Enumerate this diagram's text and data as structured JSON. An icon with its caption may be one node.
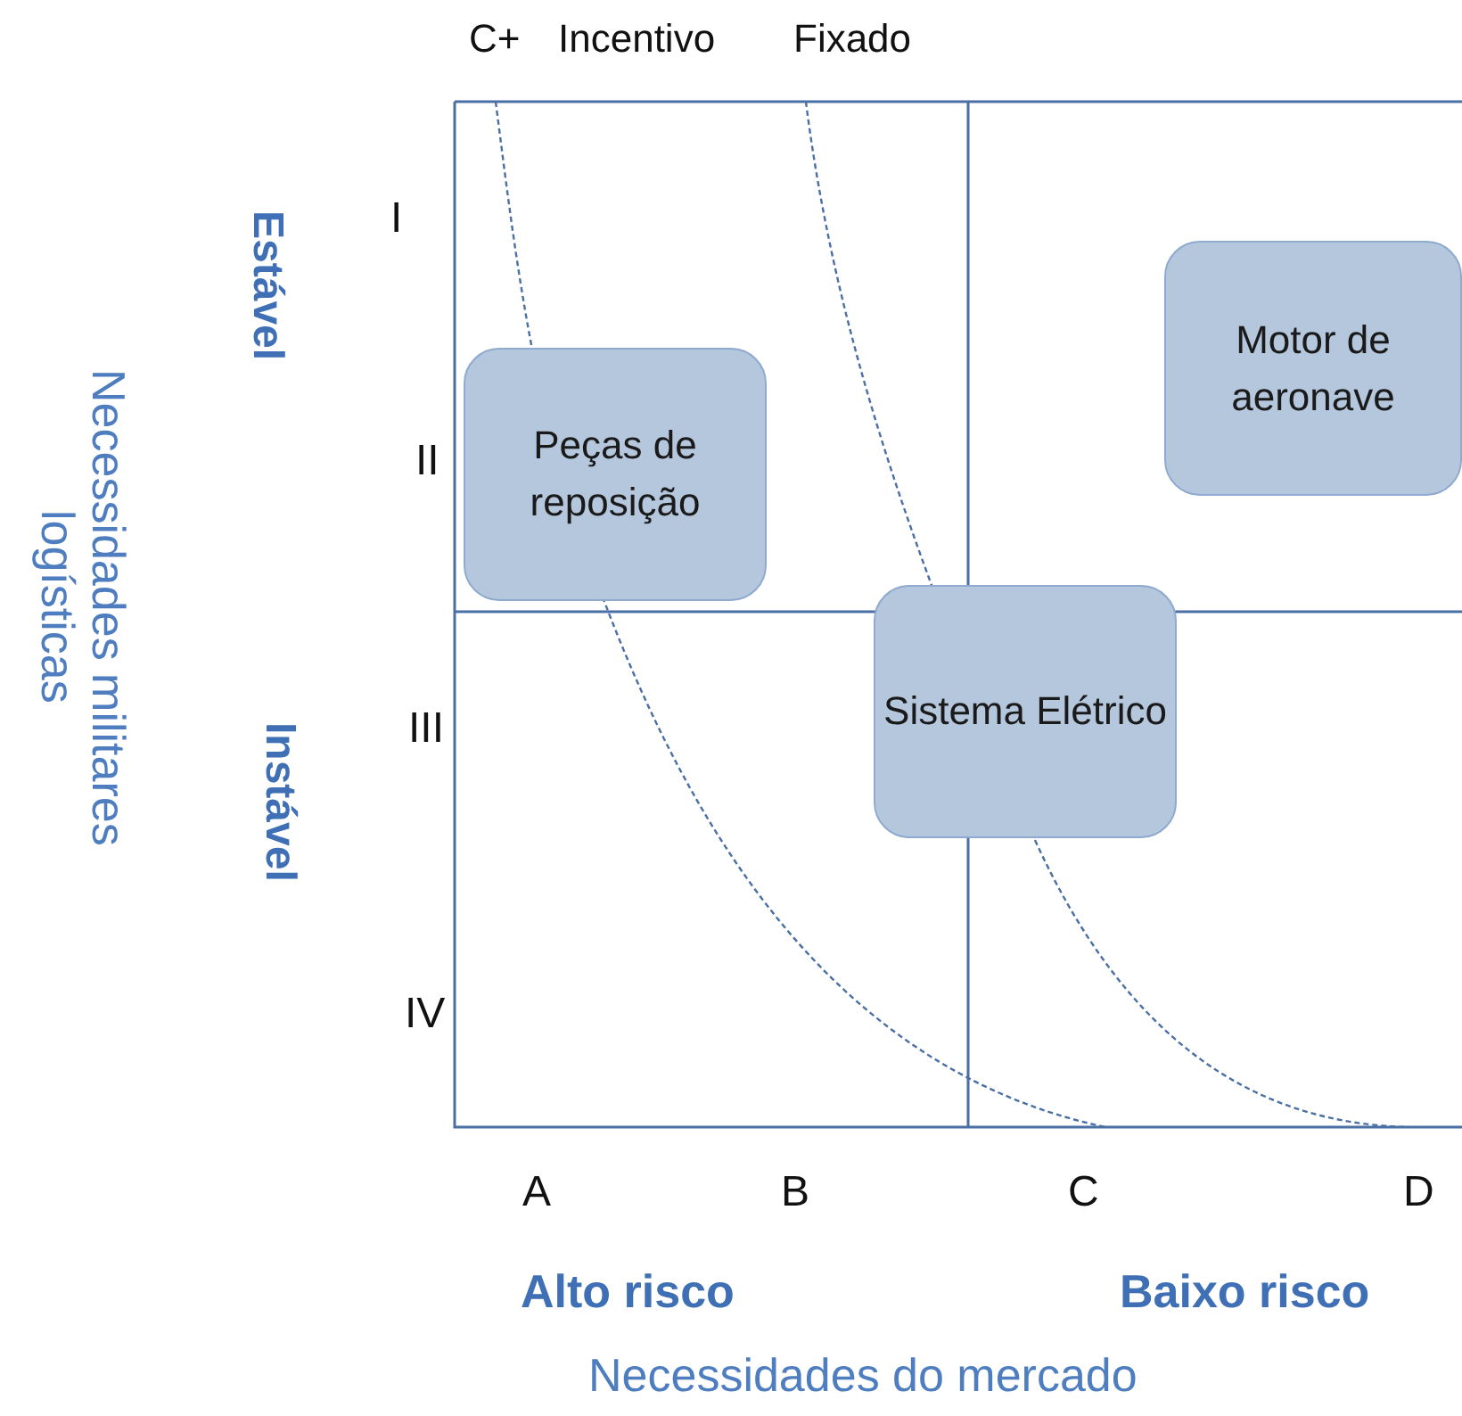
{
  "diagram": {
    "nodes": [
      {
        "text": [
          "Peças de reposição"
        ]
      },
      {
        "text": [
          "Motor de aeronave"
        ]
      },
      {
        "text": [
          "Sistema Elétrico"
        ]
      }
    ],
    "labels": [
      "C+",
      "Incentivo",
      "Fixado",
      "Estável",
      "I",
      "Necessidades militares logísticas",
      "II",
      "III",
      "Instável",
      "IV",
      "A",
      "B",
      "C",
      "D",
      "Alto risco",
      "Baixo risco",
      "Necessidades do mercado"
    ]
  }
}
